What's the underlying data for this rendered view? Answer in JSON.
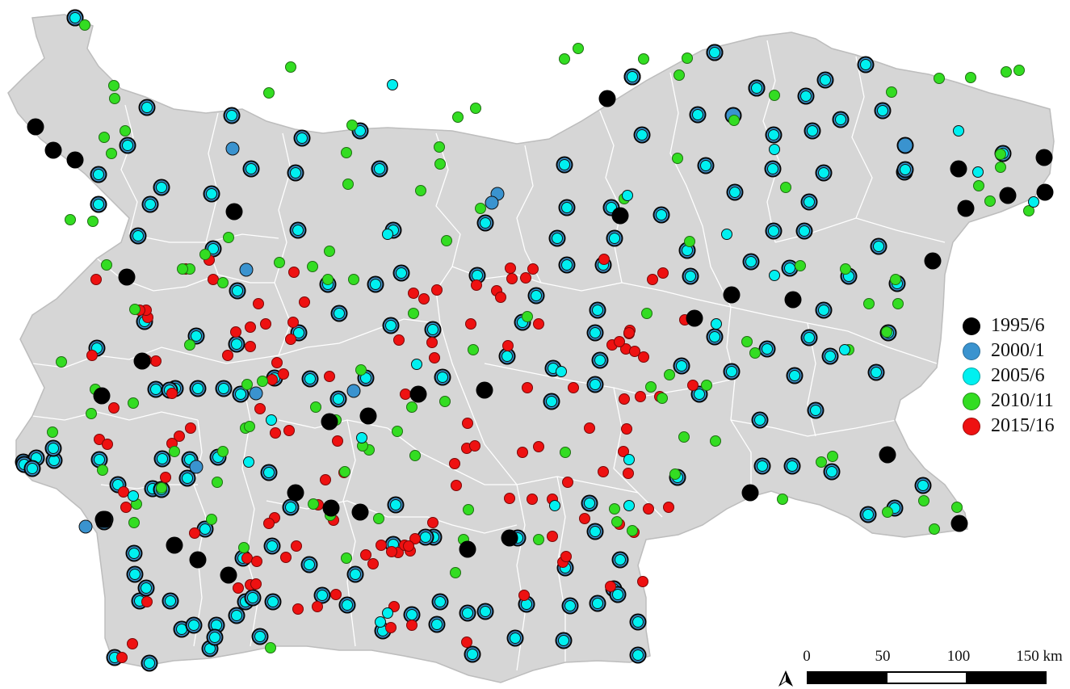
{
  "legend": [
    {
      "label": "1995/6",
      "color": "#000000"
    },
    {
      "label": "2000/1",
      "color": "#3a93cf"
    },
    {
      "label": "2005/6",
      "color": "#00f0f0"
    },
    {
      "label": "2010/11",
      "color": "#33dd22"
    },
    {
      "label": "2015/16",
      "color": "#ee1111"
    }
  ],
  "scale": {
    "labels": [
      "0",
      "50",
      "100",
      "150 km"
    ],
    "segments": [
      "#000000",
      "#ffffff",
      "#000000"
    ]
  },
  "icons": {
    "north_arrow": "north-arrow-icon"
  },
  "colors": {
    "land": "#d6d6d6",
    "boundaries": "#ffffff",
    "outline": "#111111"
  },
  "station_stacks": [
    "BTC",
    "BTC",
    "BTC",
    "BTC",
    "BTC",
    "BTC",
    "BTC",
    "BTC",
    "BTC",
    "BTC",
    "BT",
    "BTC",
    "BTC",
    "BTC",
    "BTC",
    "BTC",
    "BTC",
    "BTC",
    "BTC",
    "BT",
    "BTC",
    "BTC",
    "BTC",
    "BTC",
    "BTC",
    "BTC",
    "BTC",
    "BTC",
    "BTC",
    "BTC",
    "BTC",
    "BTC",
    "BTC",
    "BTC",
    "BTC",
    "BTC",
    "BTC",
    "BTC",
    "BTC",
    "BTC",
    "BTC",
    "BTC",
    "BTC",
    "BTC",
    "BTC",
    "BTC",
    "BTC",
    "BTC",
    "BTC",
    "BTC",
    "BTC",
    "BTC",
    "BTC",
    "BTC",
    "BTC",
    "BTC",
    "BTC",
    "BTC",
    "BTC",
    "BTC",
    "BTC",
    "BTC",
    "BTC",
    "BTC",
    "BTC",
    "BTC",
    "BTC",
    "BTC",
    "BTC",
    "BTC",
    "BTC",
    "BTC",
    "BTC",
    "BTC",
    "BTC",
    "BTC",
    "BTC",
    "BTC",
    "BTC",
    "BTC",
    "BTC",
    "BTC",
    "BTC",
    "BTC",
    "BTC",
    "BTC",
    "BTC",
    "BTC",
    "BTC",
    "BTC",
    "BTC",
    "BTC",
    "BTC",
    "BTC",
    "BTC",
    "BTC",
    "BTC",
    "BTC",
    "BTC",
    "BTC",
    "BTC",
    "BTC",
    "BTC",
    "BTC",
    "BTC",
    "BTC",
    "BTC",
    "BTC",
    "BTC",
    "BTC",
    "BTC",
    "BTC",
    "BTC",
    "BTC",
    "BTC",
    "BTC",
    "BTC",
    "BTC",
    "BTC",
    "BTC",
    "BTC",
    "BTC",
    "BTC",
    "BTC",
    "BTC",
    "BTC",
    "BTC",
    "BTC",
    "BTC",
    "BTC",
    "BTC",
    "BTC",
    "BTC",
    "BTC",
    "BTC",
    "BTC",
    "BTC",
    "BTC",
    "BTC",
    "BTC",
    "BTC",
    "BTC",
    "BTC",
    "BTC",
    "BTC",
    "BTC",
    "BTC",
    "BTC",
    "BTC",
    "BTC",
    "BTC",
    "BTC",
    "BTC",
    "BTC",
    "BTC",
    "BTC",
    "BTC",
    "BTC",
    "BTC",
    "BTC",
    "BTC",
    "BTC",
    "BTC",
    "BTC",
    "BTC",
    "BTC",
    "BTC",
    "BTC",
    "BTC",
    "BTC",
    "BTC",
    "BTC",
    "BTC",
    "BTC",
    "BTC",
    "BTC",
    "BTC",
    "BTC",
    "BTC",
    "BTC",
    "BTC",
    "BTC"
  ],
  "black_points": 34,
  "green_points": 122,
  "red_points": 135,
  "cyan_points": 22,
  "blue_points": 8
}
